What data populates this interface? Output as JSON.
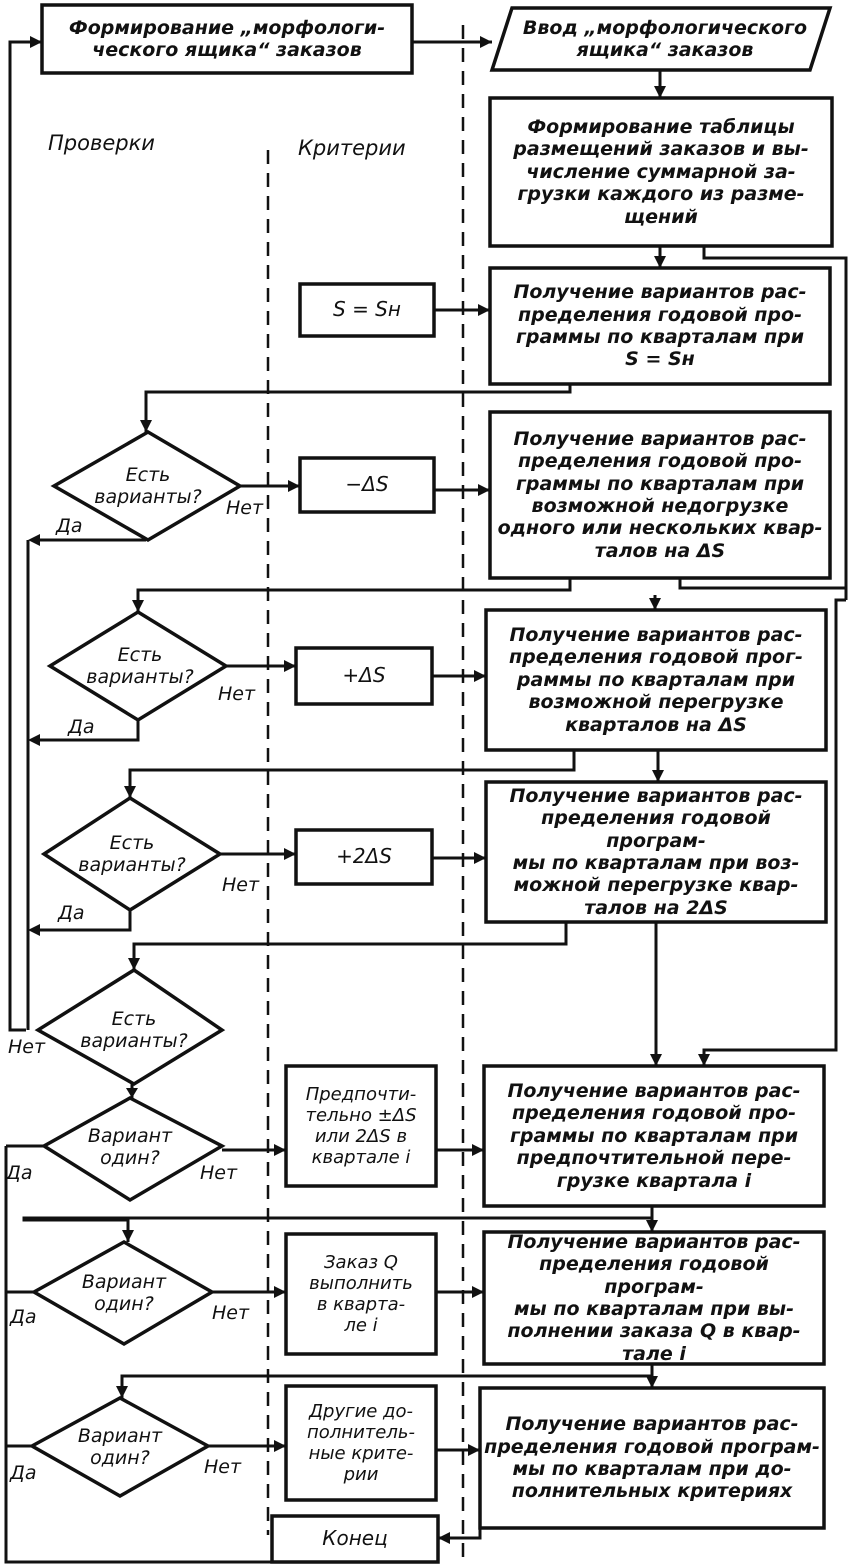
{
  "headers": {
    "checks": "Проверки",
    "criteria": "Критерии"
  },
  "top": {
    "formation": "Формирование „морфологи-\nческого ящика“ заказов",
    "input": "Ввод „морфологического\nящика“ заказов"
  },
  "processes": [
    "Формирование таблицы\nразмещений заказов и вы-\nчисление суммарной за-\nгрузки каждого из разме-\nщений",
    "Получение вариантов рас-\nпределения годовой про-\nграммы по кварталам при\nS = Sн",
    "Получение вариантов рас-\nпределения годовой про-\nграммы по кварталам при\nвозможной недогрузке\nодного или нескольких квар-\nталов на ΔS",
    "Получение вариантов рас-\nпределения годовой прог-\nраммы по кварталам при\nвозможной перегрузке\nкварталов на ΔS",
    "Получение вариантов рас-\nпределения годовой програм-\nмы по кварталам при воз-\nможной перегрузке квар-\nталов на 2ΔS",
    "Получение вариантов рас-\nпределения годовой про-\nграммы по кварталам при\nпредпочтительной пере-\nгрузке   квартала i",
    "Получение вариантов рас-\nпределения годовой програм-\nмы по кварталам при вы-\nполнении заказа Q в   квар-\nтале i",
    "Получение вариантов рас-\nпределения годовой програм-\nмы по кварталам при до-\nполнительных критериях"
  ],
  "criteria": [
    "S = Sн",
    "−ΔS",
    "+ΔS",
    "+2ΔS",
    "Предпочти-\nтельно ±ΔS\nили 2ΔS в\nквартале i",
    "Заказ Q\nвыполнить\nв   кварта-\nле i",
    "Другие до-\nполнитель-\nные крите-\nрии"
  ],
  "decisions": [
    "Есть\nварианты?",
    "Есть\nварианты?",
    "Есть\nварианты?",
    "Есть\nварианты?",
    "Вариант\nодин?",
    "Вариант\nодин?",
    "Вариант\nодин?"
  ],
  "branch_labels": {
    "yes": "Да",
    "no": "Нет"
  },
  "end": "Конец"
}
